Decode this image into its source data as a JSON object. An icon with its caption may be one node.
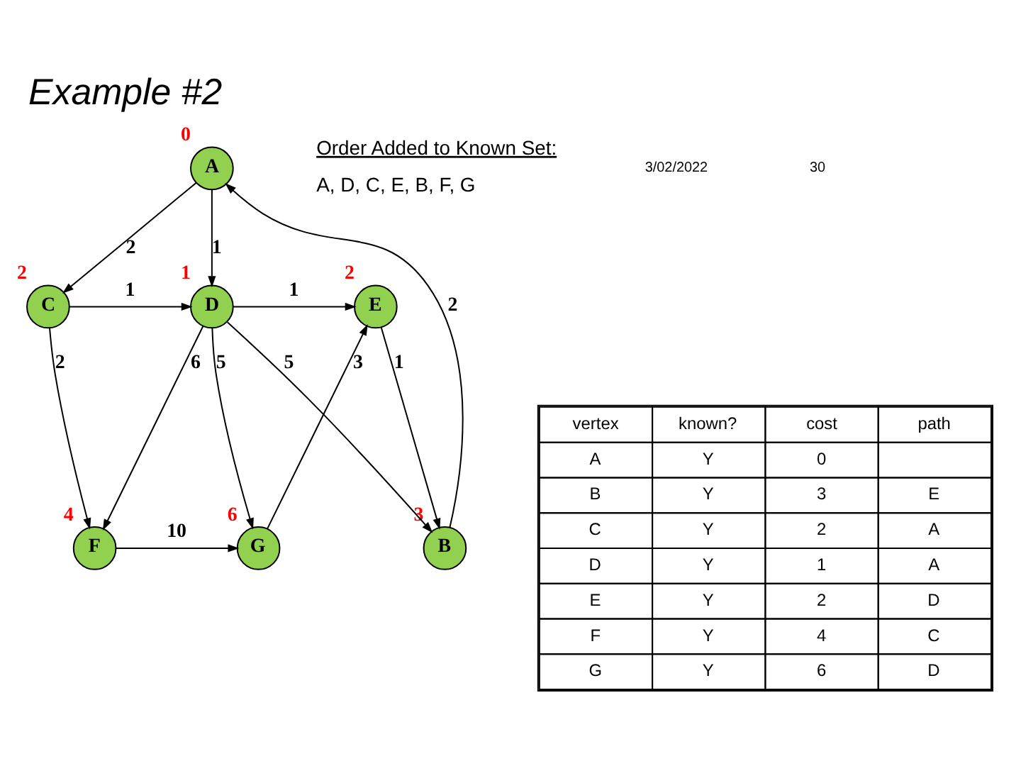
{
  "diagram": {
    "title": "Example #2",
    "nodes": [
      {
        "text": [
          "A"
        ],
        "beside": [
          "0"
        ]
      },
      {
        "text": [
          "B"
        ],
        "beside": [
          "3"
        ]
      },
      {
        "text": [
          "C"
        ],
        "beside": [
          "2"
        ]
      },
      {
        "text": [
          "D"
        ],
        "beside": [
          "1"
        ]
      },
      {
        "text": [
          "E"
        ],
        "beside": [
          "2"
        ]
      },
      {
        "text": [
          "F"
        ],
        "beside": [
          "4"
        ]
      },
      {
        "text": [
          "G"
        ],
        "beside": [
          "6"
        ]
      }
    ],
    "edges": [
      {
        "from": 1,
        "to": 0,
        "arrow": "to",
        "label": "2"
      },
      {
        "from": 0,
        "to": 2,
        "arrow": "to",
        "label": "2"
      },
      {
        "from": 0,
        "to": 3,
        "arrow": "to",
        "label": "1"
      },
      {
        "from": 3,
        "to": 1,
        "arrow": "to",
        "label": "5"
      },
      {
        "from": 4,
        "to": 1,
        "arrow": "to",
        "label": "1"
      },
      {
        "from": 2,
        "to": 3,
        "arrow": "to",
        "label": "1"
      },
      {
        "from": 3,
        "to": 4,
        "arrow": "to",
        "label": "1"
      },
      {
        "from": 3,
        "to": 6,
        "arrow": "to",
        "label": "5"
      },
      {
        "from": 6,
        "to": 4,
        "arrow": "to",
        "label": "3"
      },
      {
        "from": 2,
        "to": 5,
        "arrow": "to",
        "label": "2"
      },
      {
        "from": 3,
        "to": 5,
        "arrow": "to",
        "label": "6"
      },
      {
        "from": 5,
        "to": 6,
        "arrow": "to",
        "label": "10"
      }
    ],
    "labels": [
      "vertex",
      "known?",
      "cost",
      "path",
      "A",
      "Y",
      "0",
      "B",
      "Y",
      "3",
      "E",
      "C",
      "Y",
      "2",
      "A",
      "D",
      "Y",
      "1",
      "A",
      "E",
      "Y",
      "2",
      "D",
      "F",
      "Y",
      "4",
      "C",
      "G",
      "Y",
      "6",
      "D",
      "Order Added to Known Set:",
      "A, D, C, E, B, F, G",
      "3/02/2022",
      "30"
    ]
  }
}
